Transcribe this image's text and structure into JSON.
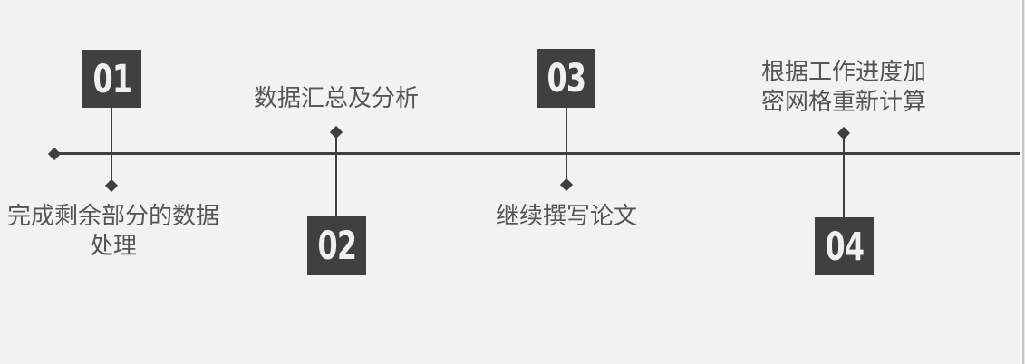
{
  "slide": {
    "kind": "timeline-diagram"
  },
  "colors": {
    "background": "#f2f2f0",
    "box_fill": "#404040",
    "box_number": "#f0f0ee",
    "line": "#3f3f3f",
    "label_text": "#555555",
    "page_edge_light": "#fcfcfc",
    "page_edge_gray": "#c6c6c6"
  },
  "timeline": {
    "items": [
      {
        "number": "01",
        "lines": [
          "完成剩余部分的数据",
          "处理"
        ]
      },
      {
        "number": "02",
        "lines": [
          "数据汇总及分析"
        ]
      },
      {
        "number": "03",
        "lines": [
          "继续撰写论文"
        ]
      },
      {
        "number": "04",
        "lines": [
          "根据工作进度加",
          "密网格重新计算"
        ]
      }
    ]
  }
}
